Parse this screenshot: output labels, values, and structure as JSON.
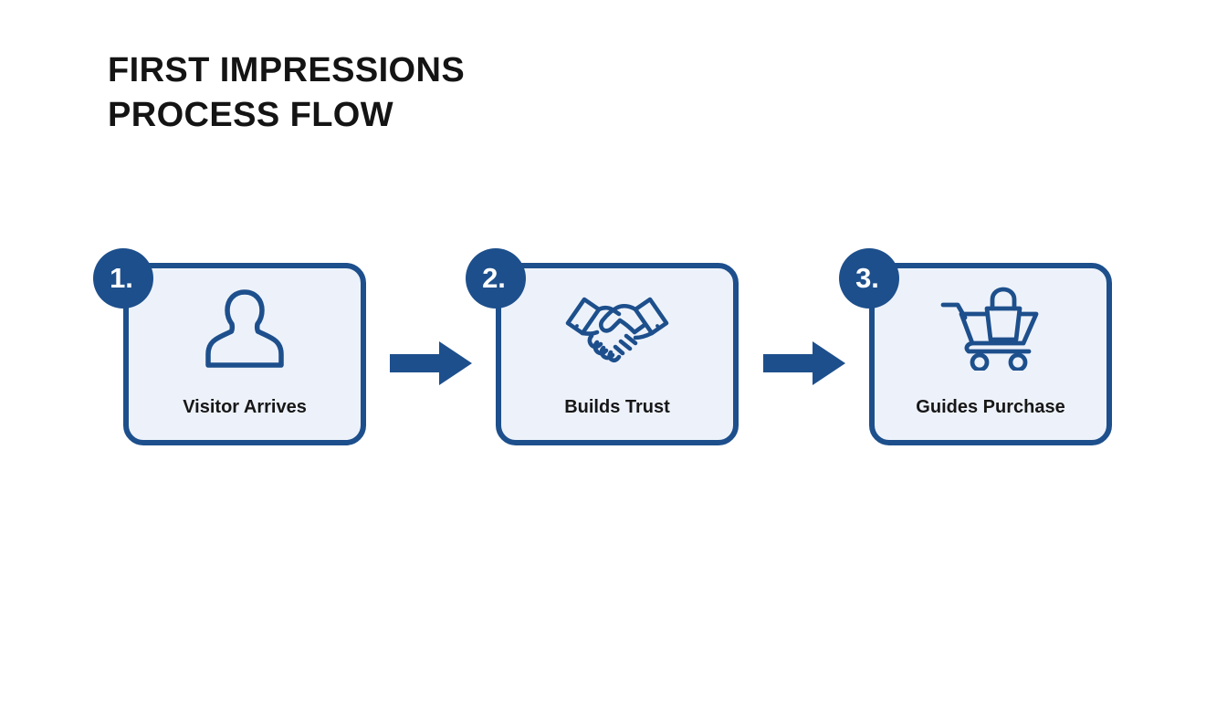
{
  "slide": {
    "background_color": "#FFFFFF",
    "accent_color": "#1D4F8C",
    "card_fill_color": "#EDF2FA",
    "title_color": "#141414"
  },
  "title": {
    "line1": "FIRST IMPRESSIONS",
    "line2": "PROCESS FLOW"
  },
  "flow": {
    "steps": [
      {
        "number": "1.",
        "label": "Visitor Arrives",
        "icon": "person-icon"
      },
      {
        "number": "2.",
        "label": "Builds Trust",
        "icon": "handshake-icon"
      },
      {
        "number": "3.",
        "label": "Guides Purchase",
        "icon": "shopping-cart-icon"
      }
    ],
    "connectors": [
      {
        "icon": "arrow-right-icon"
      },
      {
        "icon": "arrow-right-icon"
      }
    ]
  }
}
